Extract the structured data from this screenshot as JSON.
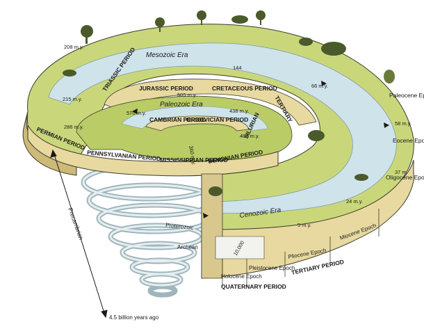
{
  "eras": {
    "mesozoic": "Mesozoic Era",
    "paleozoic": "Paleozoic Era",
    "cenozoic": "Cenozoic Era",
    "proterozoic": "Proterozoic",
    "archean": "Archean",
    "precambrian": "Precambrian"
  },
  "periods": {
    "triassic": "TRIASSIC PERIOD",
    "jurassic": "JURASSIC PERIOD",
    "cretaceous": "CRETACEOUS PERIOD",
    "tertiary_band": "TERTIARY",
    "permian": "PERMIAN PERIOD",
    "pennsylvanian": "PENNSYLVANIAN PERIOD",
    "mississippian": "MISSISSIPPIAN PERIOD",
    "devonian": "DEVONIAN PERIOD",
    "silurian": "SILURIAN",
    "cambrian": "CAMBRIAN PERIOD",
    "ordovician": "ORDOVICIAN PERIOD",
    "quaternary": "QUATERNARY PERIOD",
    "tertiary": "TERTIARY PERIOD"
  },
  "epochs": {
    "paleocene": "Paleocene Epoch",
    "eocene": "Eocene Epoch",
    "oligocene": "Oligocene Epoch",
    "miocene": "Miocene Epoch",
    "pliocene": "Pliocene Epoch",
    "pleistocene": "Pleistocene Epoch",
    "holocene": "Holocene Epoch"
  },
  "ages": {
    "m208": "208 m.y.",
    "m215": "215 m.y.",
    "m505": "505 m.y.",
    "m438": "438 m.y.",
    "m570": "570 m.y.",
    "m408": "408 m.y.",
    "m360": "360 m.y.",
    "m286": "286 m.y.",
    "m144": "144",
    "m66": "66 m.y.",
    "m58": "58 m.y.",
    "m37": "37 m.",
    "m24": "24 m.y.",
    "m5": "5 m.y.",
    "m10000": "10,000",
    "b45": "4.5 billion years ago"
  },
  "colors": {
    "land": "#c9d77a",
    "land_dark": "#9fb455",
    "water": "#cfe3ea",
    "rim": "#e8d9a0",
    "rim_dark": "#cdb978",
    "line": "#3a3a2a"
  }
}
